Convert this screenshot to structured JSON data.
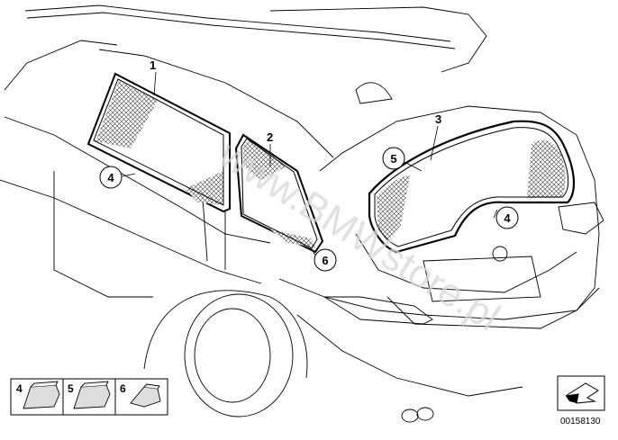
{
  "watermark": "www.BMWstore.pl",
  "callouts": {
    "c1": "1",
    "c2": "2",
    "c3": "3",
    "c4a": "4",
    "c4b": "4",
    "c5": "5",
    "c6": "6"
  },
  "legend": {
    "items": [
      {
        "number": "4",
        "icon": "wedge-clip-icon"
      },
      {
        "number": "5",
        "icon": "wedge-clip-icon"
      },
      {
        "number": "6",
        "icon": "edge-clip-icon"
      }
    ]
  },
  "document_number": "00158130",
  "nav_icon": "arrow-return-icon"
}
